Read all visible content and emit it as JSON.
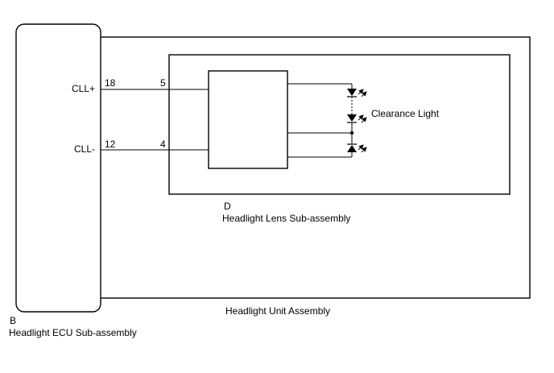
{
  "ecu": {
    "code": "B",
    "name": "Headlight ECU Sub-assembly"
  },
  "unit_assembly": {
    "name": "Headlight Unit Assembly"
  },
  "lens": {
    "code": "D",
    "name": "Headlight Lens Sub-assembly"
  },
  "signals": [
    {
      "name": "CLL+",
      "ecu_pin": "18",
      "lens_pin": "5"
    },
    {
      "name": "CLL-",
      "ecu_pin": "12",
      "lens_pin": "4"
    }
  ],
  "light": {
    "label": "Clearance Light"
  }
}
